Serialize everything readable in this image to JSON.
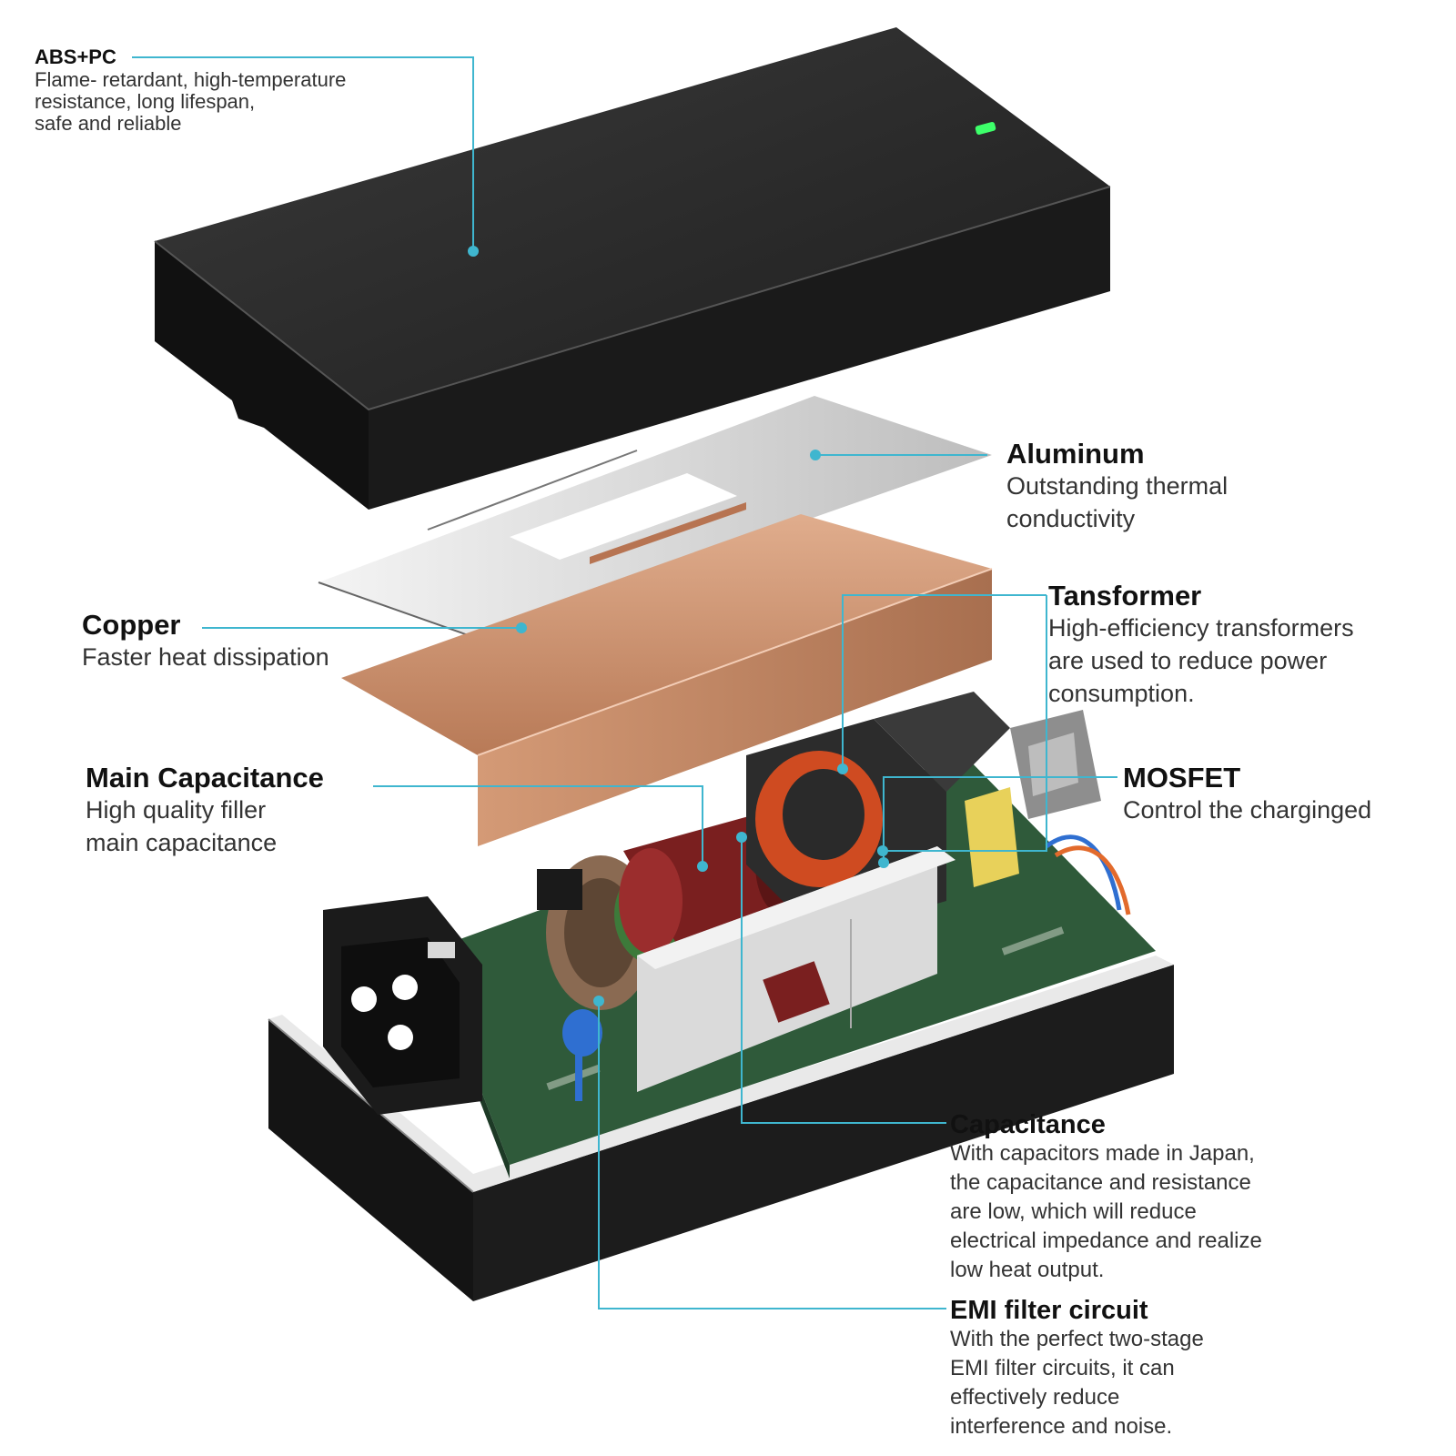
{
  "callouts": {
    "abs_pc": {
      "title": "ABS+PC",
      "lines": [
        "Flame- retardant, high-temperature",
        "resistance, long lifespan,",
        "safe and reliable"
      ]
    },
    "aluminum": {
      "title": "Aluminum",
      "lines": [
        "Outstanding thermal",
        "conductivity"
      ]
    },
    "copper": {
      "title": "Copper",
      "lines": [
        "Faster heat dissipation"
      ]
    },
    "transformer": {
      "title": "Tansformer",
      "lines": [
        "High-efficiency transformers",
        "are used to reduce power",
        "consumption."
      ]
    },
    "main_capacitance": {
      "title": "Main Capacitance",
      "lines": [
        "High quality filler",
        "main capacitance"
      ]
    },
    "mosfet": {
      "title": "MOSFET",
      "lines": [
        "Control the charginged"
      ]
    },
    "capacitance": {
      "title": "Capacitance",
      "lines": [
        "With capacitors made in Japan,",
        "the capacitance and resistance",
        "are low, which will reduce",
        "electrical impedance and realize",
        "low heat output."
      ]
    },
    "emi_filter": {
      "title": "EMI filter circuit",
      "lines": [
        "With the perfect two-stage",
        "EMI filter circuits, it can",
        "effectively reduce",
        "interference and noise."
      ]
    }
  },
  "colors": {
    "leader_line": "#3fb6cf",
    "case": "#222222",
    "copper": "#c98f6c",
    "aluminum": "#d9d9d9",
    "pcb": "#2f5a3a",
    "led": "#3dff6a"
  }
}
